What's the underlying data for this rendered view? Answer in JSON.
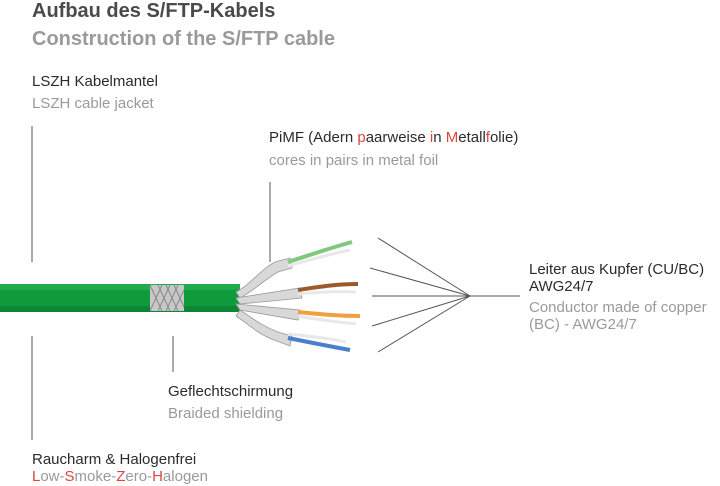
{
  "title": {
    "de": "Aufbau des S/FTP-Kabels",
    "en": "Construction of the S/FTP cable"
  },
  "labels": {
    "jacket": {
      "de": "LSZH Kabelmantel",
      "en": "LSZH cable jacket"
    },
    "pimf": {
      "de_parts": [
        "PiMF (Adern ",
        "p",
        "aarweise ",
        "i",
        "n ",
        "M",
        "etall",
        "f",
        "olie)"
      ],
      "en": "cores in pairs in metal foil"
    },
    "conductor": {
      "de_line1": "Leiter aus Kupfer (CU/BC)",
      "de_line2": "AWG24/7",
      "en_line1": "Conductor made of copper",
      "en_line2": "(BC) - AWG24/7"
    },
    "shield": {
      "de": "Geflechtschirmung",
      "en": "Braided shielding"
    },
    "lszh": {
      "de": "Raucharm & Halogenfrei",
      "en_parts": [
        "L",
        "ow-",
        "S",
        "moke-",
        "Z",
        "ero-",
        "H",
        "alogen"
      ]
    }
  },
  "colors": {
    "cable_green": "#0f9a3c",
    "accent_red": "#d9473f",
    "text_dark": "#2b2b2b",
    "text_grey": "#9a9a9a",
    "pair_colors": [
      "#7fc97f",
      "#9a5a2a",
      "#f0a040",
      "#4a7fd0"
    ]
  }
}
